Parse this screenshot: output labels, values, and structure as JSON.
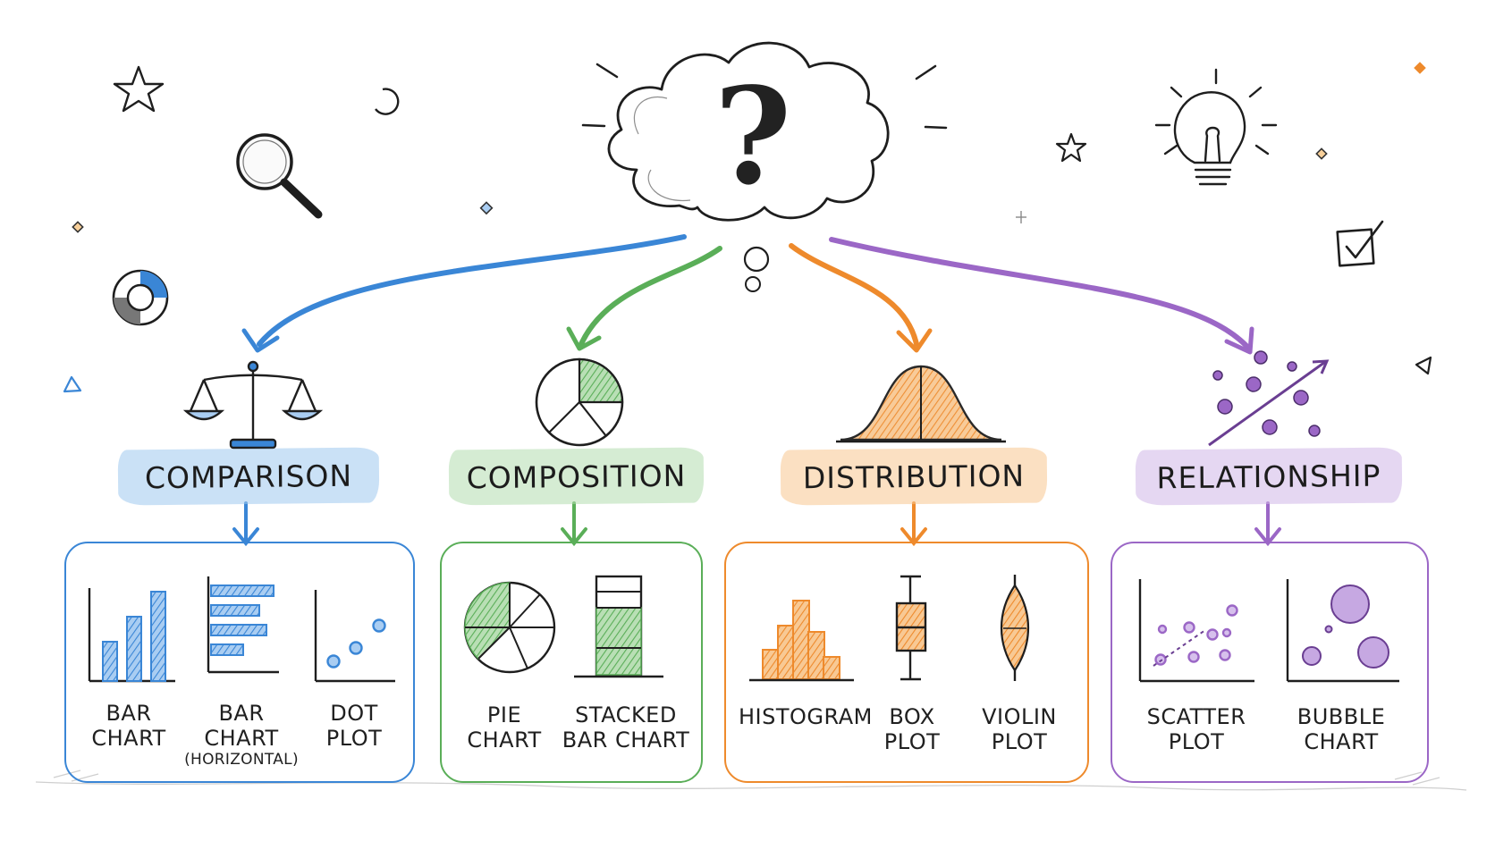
{
  "colors": {
    "comparison": "#3a86d6",
    "composition": "#5aae58",
    "distribution": "#ee8a2c",
    "relationship": "#9b67c6",
    "ink": "#1e1e1e"
  },
  "categories": [
    {
      "key": "comparison",
      "title": "COMPARISON",
      "charts": [
        {
          "line1": "BAR",
          "line2": "CHART",
          "sub": ""
        },
        {
          "line1": "BAR",
          "line2": "CHART",
          "sub": "(HORIZONTAL)"
        },
        {
          "line1": "DOT",
          "line2": "PLOT",
          "sub": ""
        }
      ]
    },
    {
      "key": "composition",
      "title": "COMPOSITION",
      "charts": [
        {
          "line1": "PIE",
          "line2": "CHART",
          "sub": ""
        },
        {
          "line1": "STACKED",
          "line2": "BAR CHART",
          "sub": ""
        }
      ]
    },
    {
      "key": "distribution",
      "title": "DISTRIBUTION",
      "charts": [
        {
          "line1": "HISTOGRAM",
          "line2": "",
          "sub": ""
        },
        {
          "line1": "BOX",
          "line2": "PLOT",
          "sub": ""
        },
        {
          "line1": "VIOLIN",
          "line2": "PLOT",
          "sub": ""
        }
      ]
    },
    {
      "key": "relationship",
      "title": "RELATIONSHIP",
      "charts": [
        {
          "line1": "SCATTER",
          "line2": "PLOT",
          "sub": ""
        },
        {
          "line1": "BUBBLE",
          "line2": "CHART",
          "sub": ""
        }
      ]
    }
  ],
  "center": {
    "glyph": "?"
  },
  "decor_icons": [
    "star-icon",
    "magnifier-icon",
    "donut-icon",
    "lightbulb-icon",
    "checkbox-icon",
    "triangle-icon",
    "diamond-icon"
  ]
}
